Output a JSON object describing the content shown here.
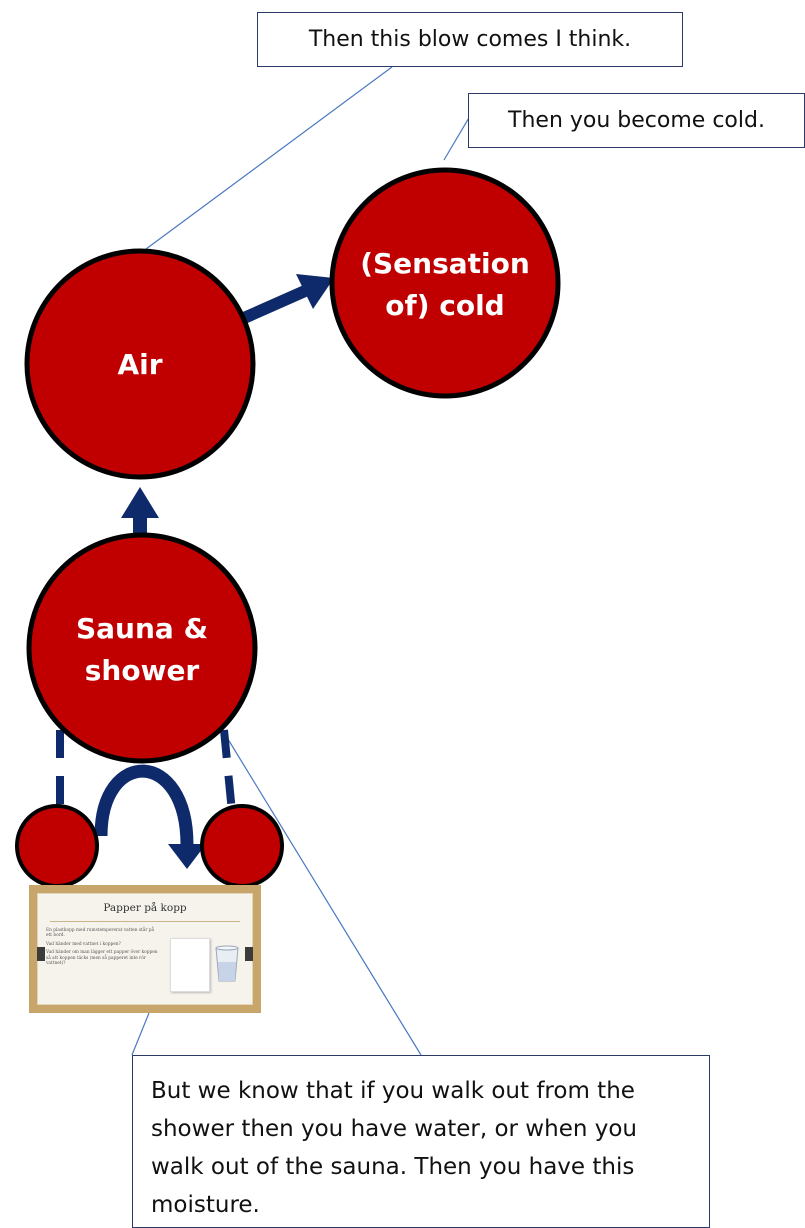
{
  "nodes": {
    "air": {
      "label": "Air"
    },
    "cold": {
      "line1": "(Sensation",
      "line2": "of) cold"
    },
    "sauna": {
      "line1": "Sauna &",
      "line2": "shower"
    }
  },
  "callouts": {
    "blow": "Then this blow comes I think.",
    "cold": "Then you become cold.",
    "moisture": "But we know that if you walk out from the shower then you have water, or when you walk out of the sauna. Then you have this moisture."
  },
  "slide": {
    "title": "Papper på kopp",
    "bullets": [
      "En plastkopp med rumstempererat vatten står på ett bord.",
      "Vad händer med vattnet i koppen?",
      "Vad händer om man lägger ett papper över koppen så att koppen täcks (men så papperet inte rör vattnet)?"
    ]
  },
  "colors": {
    "node_fill": "#c00000",
    "node_stroke": "#000000",
    "arrow": "#0f2a6b",
    "leader_line": "#4a78c2"
  }
}
